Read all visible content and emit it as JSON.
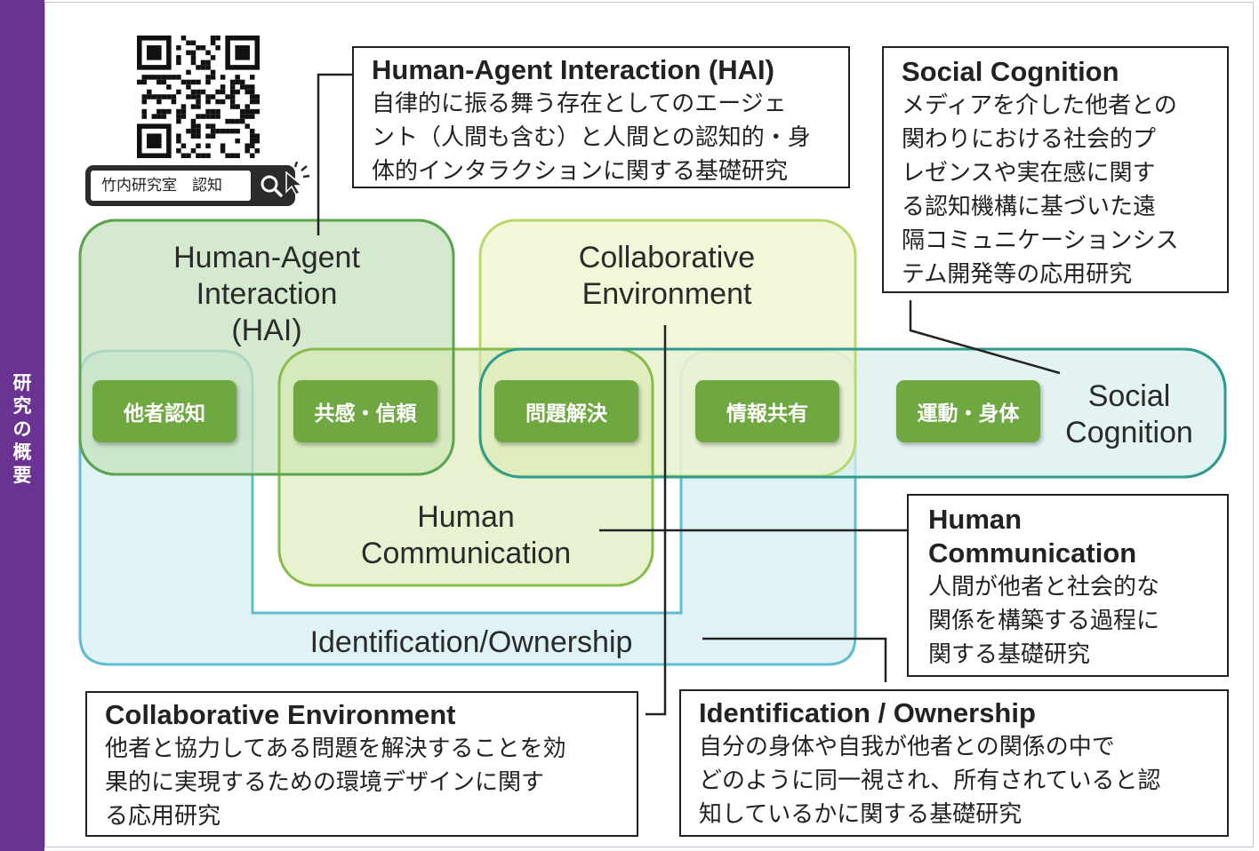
{
  "side_tab": {
    "label": "研究の概要"
  },
  "search": {
    "query": "竹内研究室　認知"
  },
  "regions": {
    "hai": [
      "Human-Agent",
      "Interaction",
      "(HAI)"
    ],
    "collab": [
      "Collaborative",
      "Environment"
    ],
    "human_comm": [
      "Human",
      "Communication"
    ],
    "social": [
      "Social",
      "Cognition"
    ],
    "identification": "Identification/Ownership"
  },
  "topics": [
    "他者認知",
    "共感・信頼",
    "問題解決",
    "情報共有",
    "運動・身体"
  ],
  "boxes": {
    "hai": {
      "title": "Human-Agent Interaction (HAI)",
      "lines": [
        "自律的に振る舞う存在としてのエージェ",
        "ント（人間も含む）と人間との認知的・身",
        "体的インタラクションに関する基礎研究"
      ]
    },
    "social": {
      "title": "Social Cognition",
      "lines": [
        "メディアを介した他者との",
        "関わりにおける社会的プ",
        "レゼンスや実在感に関す",
        "る認知機構に基づいた遠",
        "隔コミュニケーションシス",
        "テム開発等の応用研究"
      ]
    },
    "human_comm": {
      "title_lines": [
        "Human",
        "Communication"
      ],
      "lines": [
        "人間が他者と社会的な",
        "関係を構築する過程に",
        "関する基礎研究"
      ]
    },
    "collab": {
      "title": "Collaborative Environment",
      "lines": [
        "他者と協力してある問題を解決することを効",
        "果的に実現するための環境デザインに関す",
        "る応用研究"
      ]
    },
    "ident": {
      "title": "Identification / Ownership",
      "lines": [
        "自分の身体や自我が他者との関係の中で",
        "どのように同一視され、所有されていると認",
        "知しているかに関する基礎研究"
      ]
    }
  },
  "colors": {
    "side_tab": "#6a3393",
    "pill": "#6fa840",
    "hai_fill": "#c6e2bd",
    "hai_stroke": "#5da451",
    "collab_fill": "#eef2c9",
    "collab_stroke": "#b9d86b",
    "social_fill": "#d8efed",
    "social_stroke": "#2f9b8e",
    "ident_fill": "#d9f0f3",
    "ident_stroke": "#5fbcd1",
    "hc_fill": "#d7eab0",
    "hc_stroke": "#88bd4c"
  }
}
